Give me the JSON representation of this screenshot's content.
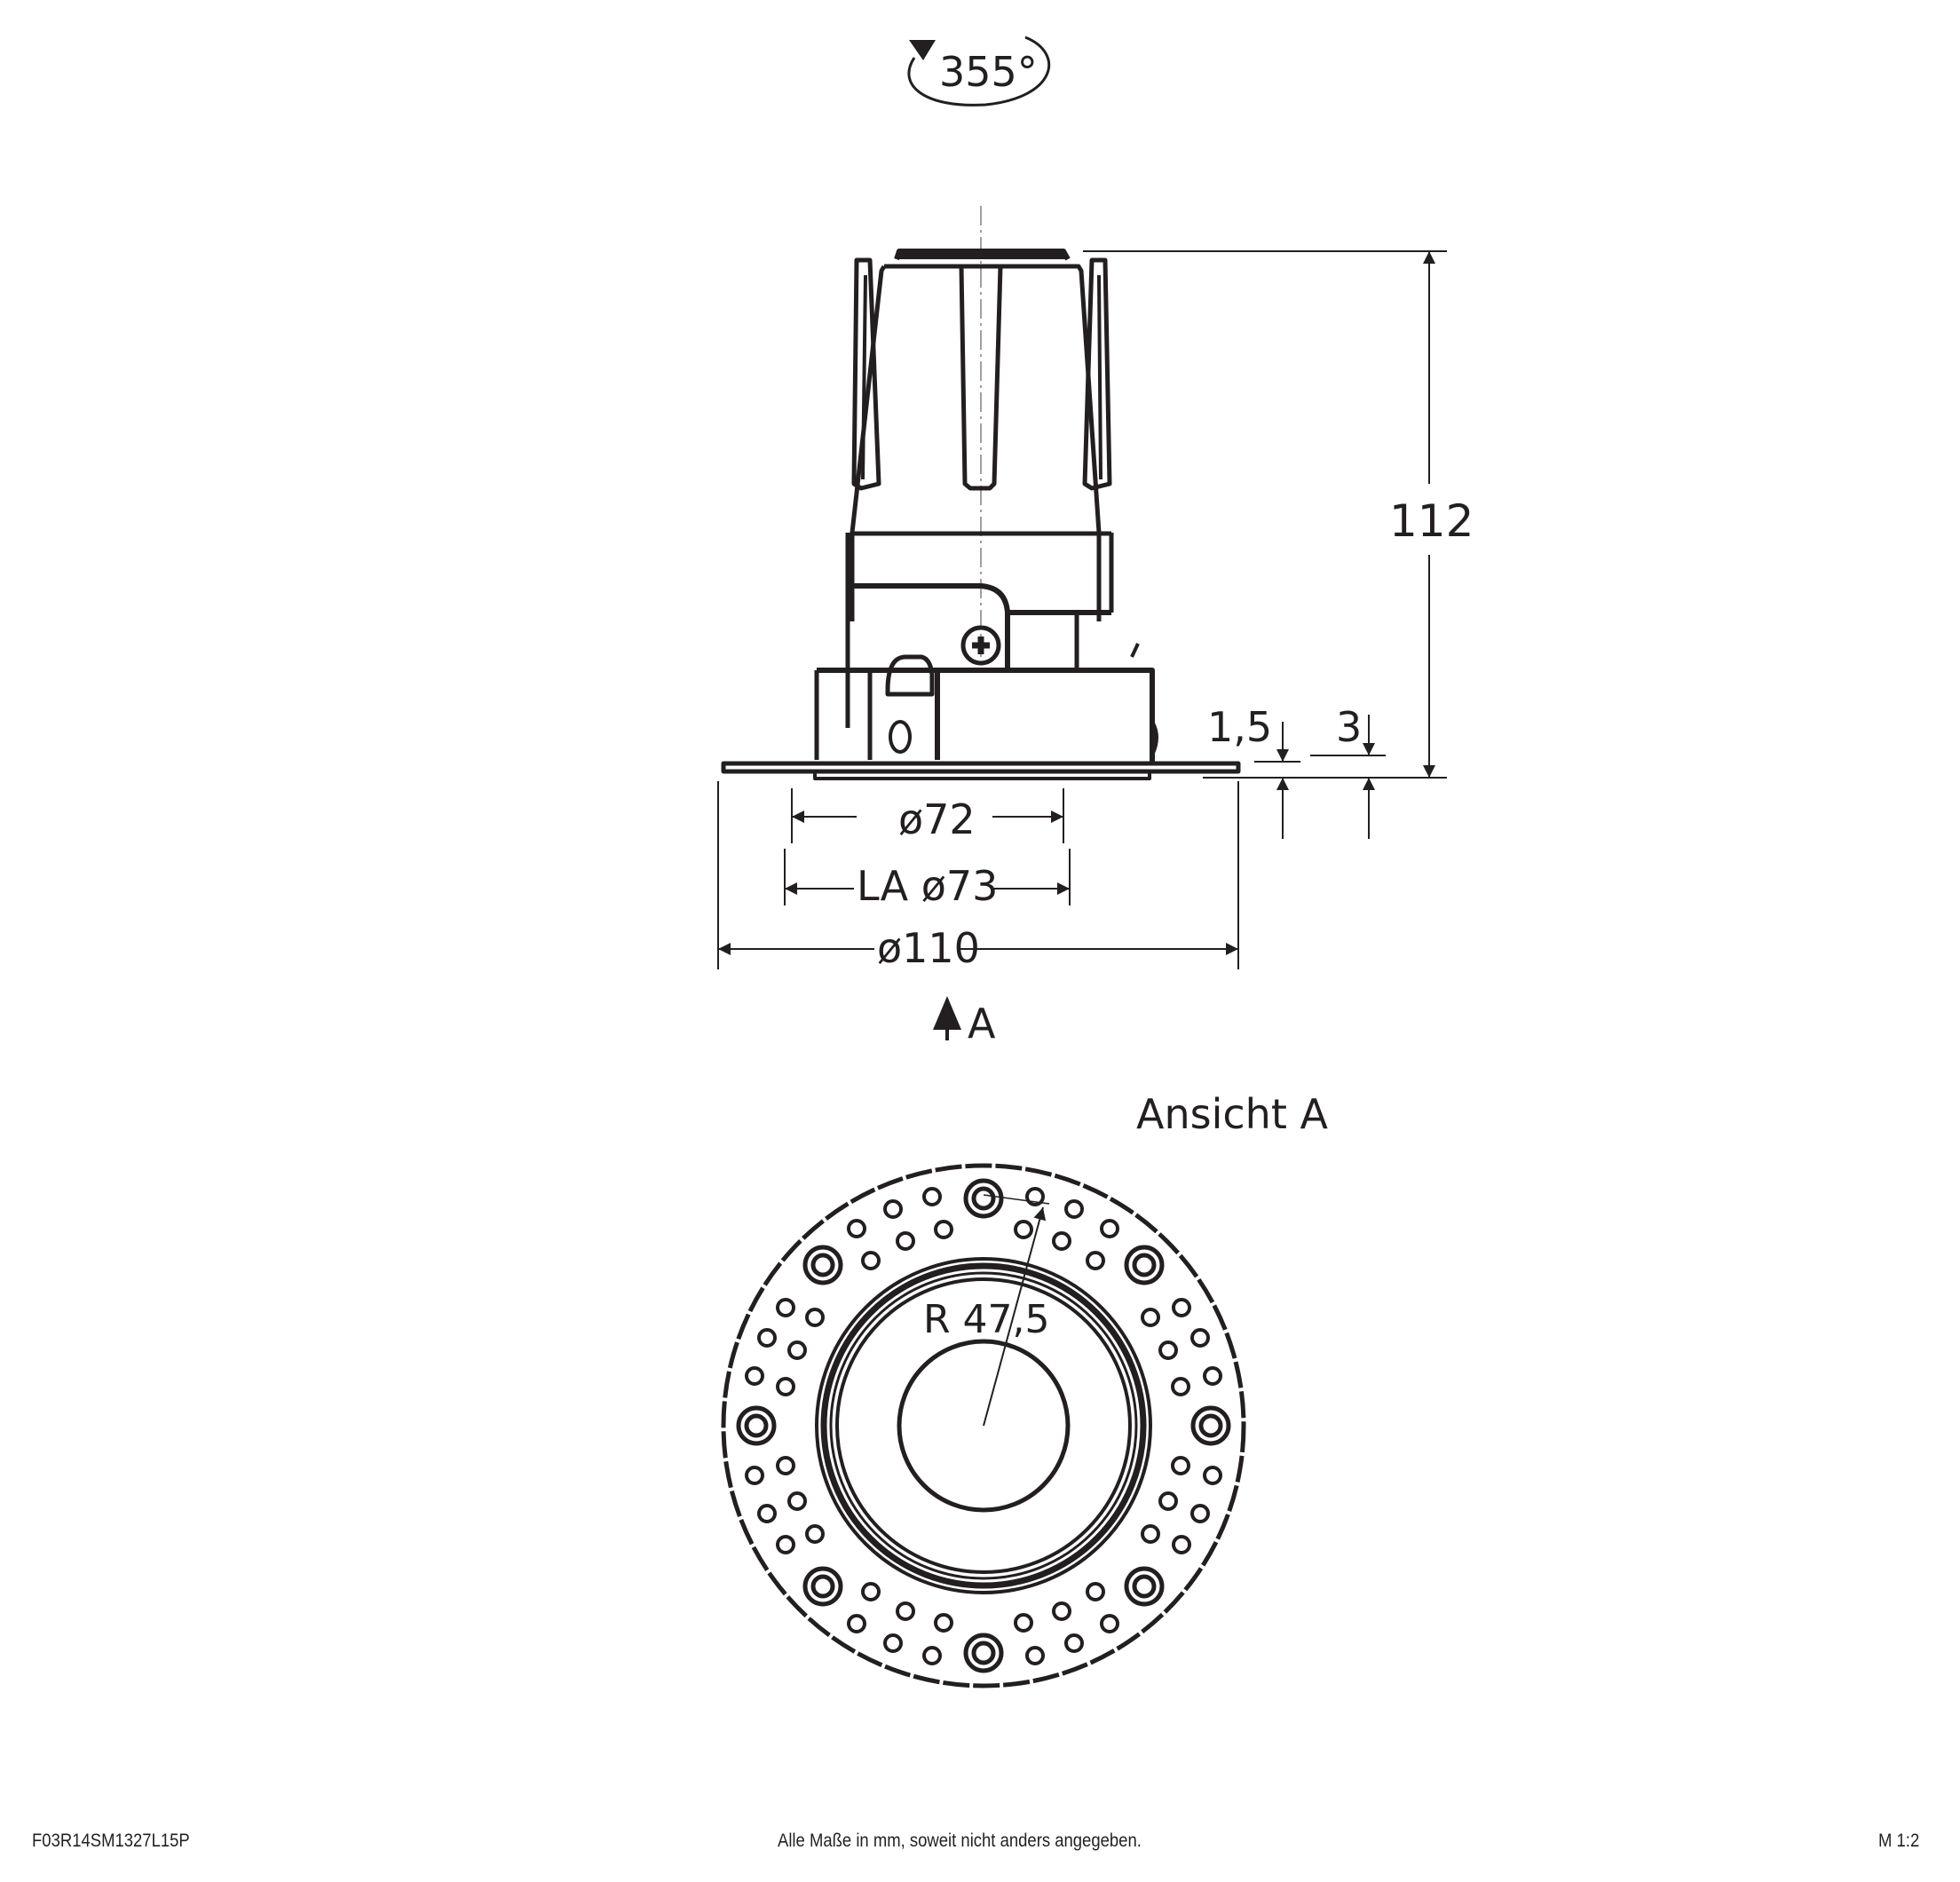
{
  "drawing": {
    "rotation": {
      "value": "355°",
      "icon": "rotation-arrow-icon"
    },
    "side_view": {
      "dimensions": {
        "height_total": "112",
        "flange_thickness": "1,5",
        "trim_offset": "3",
        "body_diameter": "ø72",
        "cutout_diameter": "LA ø73",
        "flange_diameter": "ø110"
      },
      "view_marker": {
        "label": "A",
        "icon": "view-direction-arrow-icon"
      }
    },
    "bottom_view": {
      "title": "Ansicht A",
      "radius_label": "R 47,5"
    }
  },
  "footer": {
    "article_number": "F03R14SM1327L15P",
    "note": "Alle Maße in mm, soweit nicht anders angegeben.",
    "scale": "M 1:2"
  },
  "colors": {
    "ink": "#231f20",
    "centerline": "#808080",
    "background": "#ffffff"
  }
}
